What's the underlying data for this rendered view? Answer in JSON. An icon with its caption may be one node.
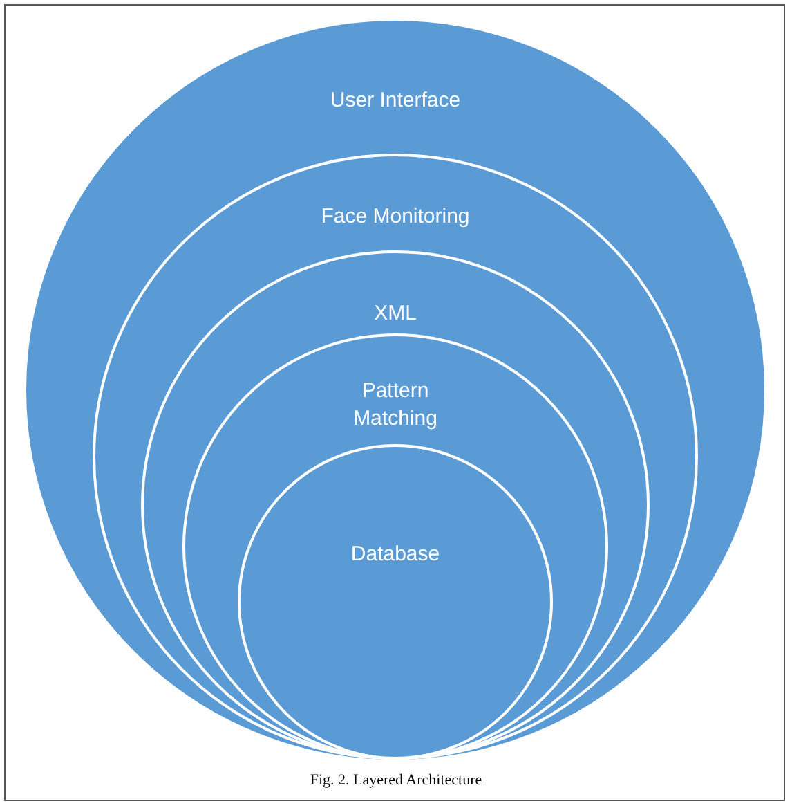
{
  "diagram": {
    "caption": "Fig. 2. Layered Architecture",
    "nodes": [
      {
        "text": [
          "User Interface"
        ]
      },
      {
        "text": [
          "Face Monitoring"
        ],
        "in": 0
      },
      {
        "text": [
          "XML"
        ],
        "in": 1
      },
      {
        "text": [
          "Pattern Matching"
        ],
        "in": 2
      },
      {
        "text": [
          "Database"
        ],
        "in": 3
      }
    ],
    "edges": []
  }
}
